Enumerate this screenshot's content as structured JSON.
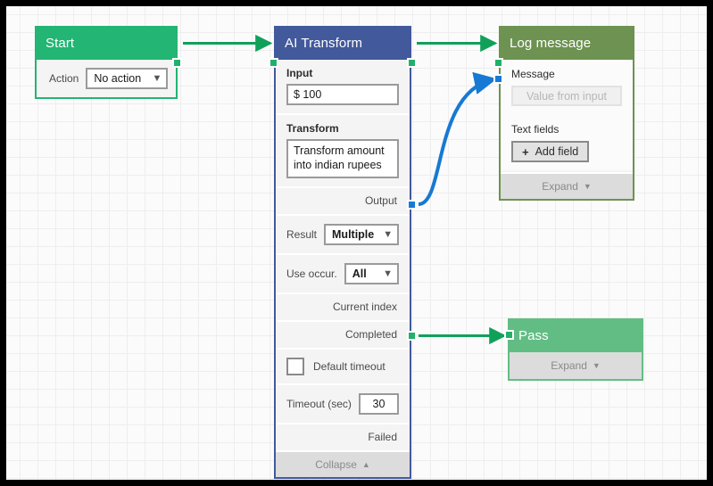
{
  "canvas": {
    "background": "#fbfbfb",
    "grid": true
  },
  "colors": {
    "start_green": "#22b573",
    "ai_blue": "#42599c",
    "log_olive": "#6d9251",
    "pass_green": "#62bd84",
    "edge_green": "#11a05a",
    "edge_blue": "#1779d4",
    "port_green": "#21b06a",
    "port_blue": "#1779d4"
  },
  "nodes": {
    "start": {
      "title": "Start",
      "action_label": "Action",
      "action_value": "No action",
      "ports": {
        "output": "output-port"
      }
    },
    "ai_transform": {
      "title": "AI Transform",
      "input_label": "Input",
      "input_value": "$ 100",
      "transform_label": "Transform",
      "transform_value": "Transform amount into indian rupees",
      "output_label": "Output",
      "result_label": "Result",
      "result_value": "Multiple",
      "use_occur_label": "Use occur.",
      "use_occur_value": "All",
      "current_index_label": "Current index",
      "completed_label": "Completed",
      "default_timeout_label": "Default timeout",
      "default_timeout_checked": false,
      "timeout_label": "Timeout (sec)",
      "timeout_value": "30",
      "failed_label": "Failed",
      "collapse_label": "Collapse"
    },
    "log_message": {
      "title": "Log message",
      "message_label": "Message",
      "message_placeholder": "Value from input",
      "text_fields_label": "Text fields",
      "add_field_label": "Add field",
      "expand_label": "Expand"
    },
    "pass": {
      "title": "Pass",
      "expand_label": "Expand"
    }
  },
  "edges": [
    {
      "name": "start-to-ai-transform",
      "color": "#11a05a",
      "style": "straight"
    },
    {
      "name": "ai-transform-to-log-message",
      "color": "#11a05a",
      "style": "straight"
    },
    {
      "name": "ai-output-to-log-message-input",
      "color": "#1779d4",
      "style": "curve"
    },
    {
      "name": "ai-completed-to-pass",
      "color": "#11a05a",
      "style": "straight"
    }
  ]
}
